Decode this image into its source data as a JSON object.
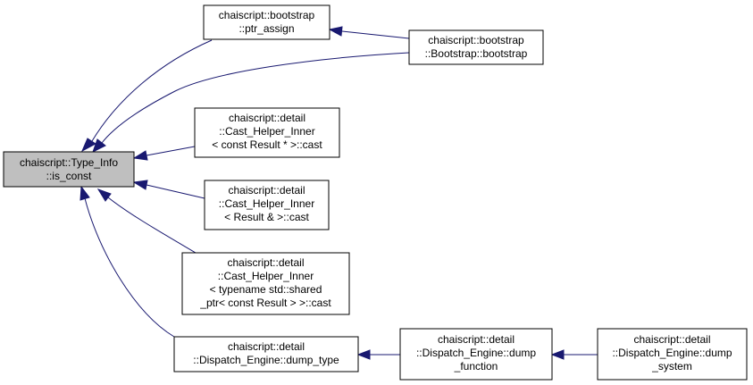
{
  "colors": {
    "edge": "#191970",
    "focus_fill": "#bfbfbf",
    "node_fill": "#ffffff",
    "border": "#000000"
  },
  "nodes": {
    "type_info_is_const": {
      "lines": [
        "chaiscript::Type_Info",
        "::is_const"
      ],
      "focus": true
    },
    "bootstrap_ptr_assign": {
      "lines": [
        "chaiscript::bootstrap",
        "::ptr_assign"
      ]
    },
    "bootstrap_bootstrap": {
      "lines": [
        "chaiscript::bootstrap",
        "::Bootstrap::bootstrap"
      ]
    },
    "cast_helper_const_ptr": {
      "lines": [
        "chaiscript::detail",
        "::Cast_Helper_Inner",
        "< const Result * >::cast"
      ]
    },
    "cast_helper_ref": {
      "lines": [
        "chaiscript::detail",
        "::Cast_Helper_Inner",
        "< Result & >::cast"
      ]
    },
    "cast_helper_shared_ptr": {
      "lines": [
        "chaiscript::detail",
        "::Cast_Helper_Inner",
        "< typename std::shared",
        "_ptr< const Result > >::cast"
      ]
    },
    "dispatch_dump_type": {
      "lines": [
        "chaiscript::detail",
        "::Dispatch_Engine::dump_type"
      ]
    },
    "dispatch_dump_function": {
      "lines": [
        "chaiscript::detail",
        "::Dispatch_Engine::dump",
        "_function"
      ]
    },
    "dispatch_dump_system": {
      "lines": [
        "chaiscript::detail",
        "::Dispatch_Engine::dump",
        "_system"
      ]
    }
  },
  "edges": [
    {
      "from": "bootstrap_ptr_assign",
      "to": "type_info_is_const"
    },
    {
      "from": "bootstrap_bootstrap",
      "to": "bootstrap_ptr_assign"
    },
    {
      "from": "bootstrap_bootstrap",
      "to": "type_info_is_const"
    },
    {
      "from": "cast_helper_const_ptr",
      "to": "type_info_is_const"
    },
    {
      "from": "cast_helper_ref",
      "to": "type_info_is_const"
    },
    {
      "from": "cast_helper_shared_ptr",
      "to": "type_info_is_const"
    },
    {
      "from": "dispatch_dump_type",
      "to": "type_info_is_const"
    },
    {
      "from": "dispatch_dump_function",
      "to": "dispatch_dump_type"
    },
    {
      "from": "dispatch_dump_system",
      "to": "dispatch_dump_function"
    }
  ]
}
